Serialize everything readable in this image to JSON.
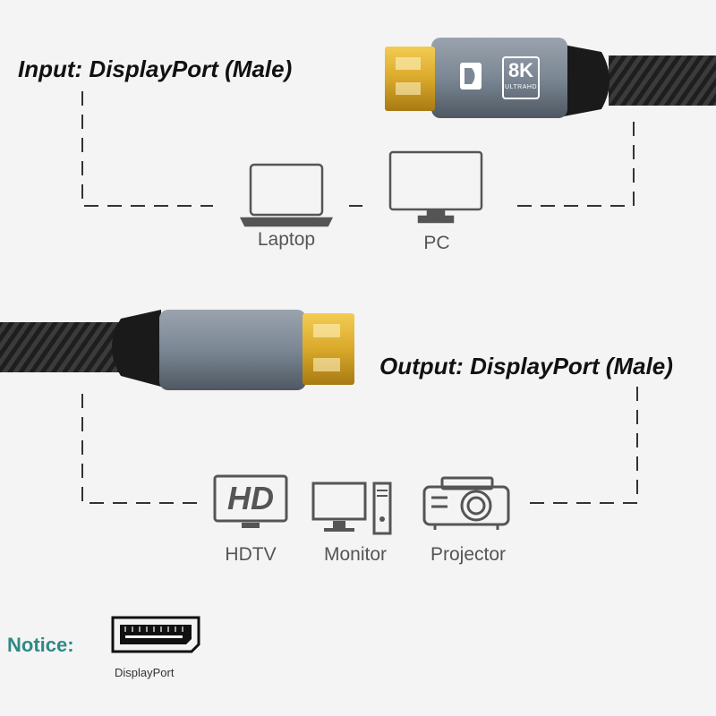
{
  "input": {
    "label": "Input:",
    "port": "DisplayPort (Male)",
    "connector_badge": "8K",
    "connector_sub": "ULTRAHD",
    "devices": [
      {
        "name": "Laptop",
        "icon": "laptop-icon"
      },
      {
        "name": "PC",
        "icon": "pc-monitor-icon"
      }
    ]
  },
  "output": {
    "label": "Output:",
    "port": "DisplayPort (Male)",
    "devices": [
      {
        "name": "HDTV",
        "icon": "hdtv-icon"
      },
      {
        "name": "Monitor",
        "icon": "monitor-tower-icon"
      },
      {
        "name": "Projector",
        "icon": "projector-icon"
      }
    ],
    "hd_mark": "HD"
  },
  "notice": {
    "label": "Notice:",
    "port_caption": "DisplayPort",
    "icon": "displayport-port-icon"
  },
  "colors": {
    "gold": "#d9a92a",
    "shell": "#7b8794",
    "cable": "#2a2a2a",
    "notice": "#2d8a86",
    "dash": "#333333"
  }
}
